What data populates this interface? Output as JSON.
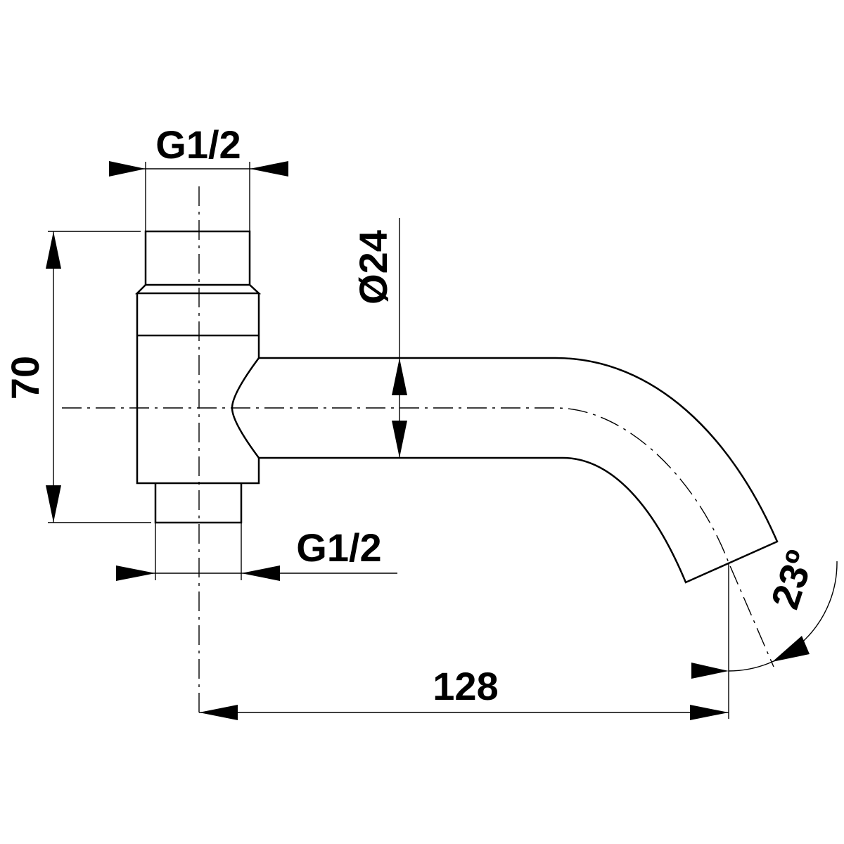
{
  "drawing": {
    "dimensions": {
      "top_thread": "G1/2",
      "bottom_thread": "G1/2",
      "height": "70",
      "pipe_diameter": "Ø24",
      "projection": "128",
      "outlet_angle": "23º"
    },
    "colors": {
      "line": "#000000",
      "background": "#ffffff"
    }
  }
}
